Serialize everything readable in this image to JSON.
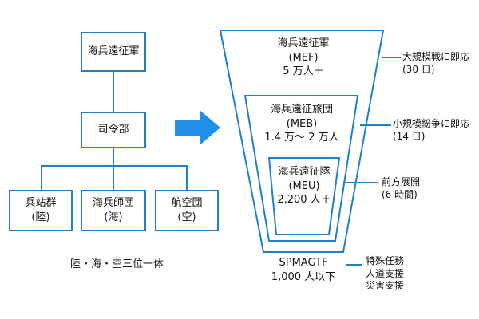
{
  "org": {
    "top": "海兵遠征軍",
    "middle": "司令部",
    "units": [
      {
        "name": "兵站群",
        "sub": "(陸)"
      },
      {
        "name": "海兵師団",
        "sub": "(海)"
      },
      {
        "name": "航空団",
        "sub": "(空)"
      }
    ],
    "caption": "陸・海・空三位一体"
  },
  "funnel": {
    "levels": [
      {
        "name": "海兵遠征軍",
        "abbr": "(MEF)",
        "size": "5 万人＋"
      },
      {
        "name": "海兵遠征旅団",
        "abbr": "(MEB)",
        "size": "1.4 万～ 2 万人"
      },
      {
        "name": "海兵遠征隊",
        "abbr": "(MEU)",
        "size": "2,200 人＋"
      }
    ],
    "bottom": {
      "name": "SPMAGTF",
      "size": "1,000 人以下"
    },
    "notes": [
      {
        "line1": "大規模戦に即応",
        "line2": "(30 日)"
      },
      {
        "line1": "小規模紛争に即応",
        "line2": "(14 日)"
      },
      {
        "line1": "前方展開",
        "line2": "(6 時間)"
      }
    ],
    "bottom_note": [
      "特殊任務",
      "人道支援",
      "災害支援"
    ]
  },
  "colors": {
    "accent": "#1f7fc7",
    "arrow": "#1e90e8"
  }
}
